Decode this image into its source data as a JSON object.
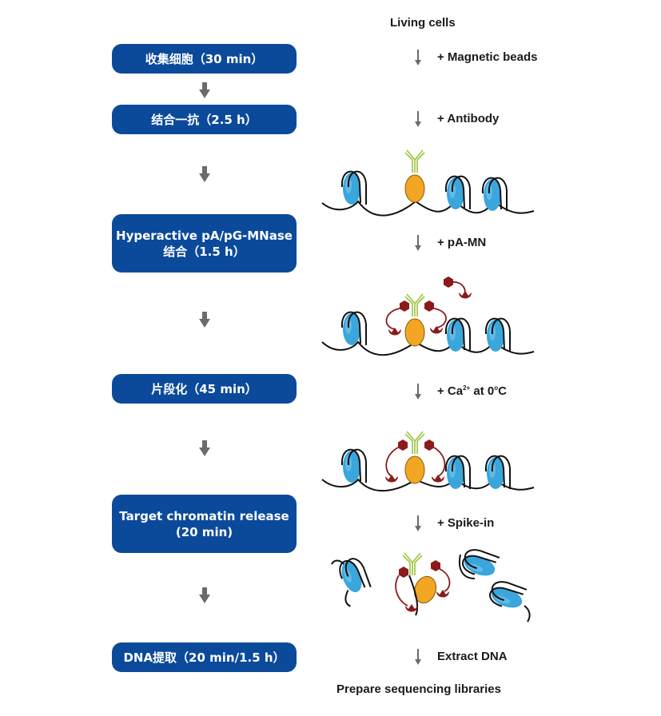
{
  "steps": [
    {
      "line1": "收集细胞（30 min）",
      "line2": ""
    },
    {
      "line1": "结合一抗（2.5 h）",
      "line2": ""
    },
    {
      "line1": "Hyperactive pA/pG-MNase",
      "line2": "结合（1.5 h）"
    },
    {
      "line1": "片段化（45 min）",
      "line2": ""
    },
    {
      "line1": "Target chromatin release",
      "line2": "(20 min)"
    },
    {
      "line1": "DNA提取（20 min/1.5 h）",
      "line2": ""
    }
  ],
  "right": {
    "top_label": "Living cells",
    "reagents": [
      {
        "text": "+ Magnetic beads"
      },
      {
        "text": "+ Antibody"
      },
      {
        "text": "+ pA-MN"
      },
      {
        "text_a": "+ Ca",
        "sup": "2+",
        "text_b": " at 0",
        "sup2": "o",
        "text_c": "C"
      },
      {
        "text": "+ Spike-in"
      },
      {
        "text": "Extract DNA"
      }
    ],
    "bottom_label": "Prepare sequencing libraries"
  },
  "colors": {
    "step_box": "#0b4a9b",
    "nucleosome": "#3aa6dc",
    "transcription_factor": "#f3a623",
    "antibody": "#9bc53d",
    "pa_mnase": "#8b1a1a",
    "arrow": "#6b6b6b"
  }
}
